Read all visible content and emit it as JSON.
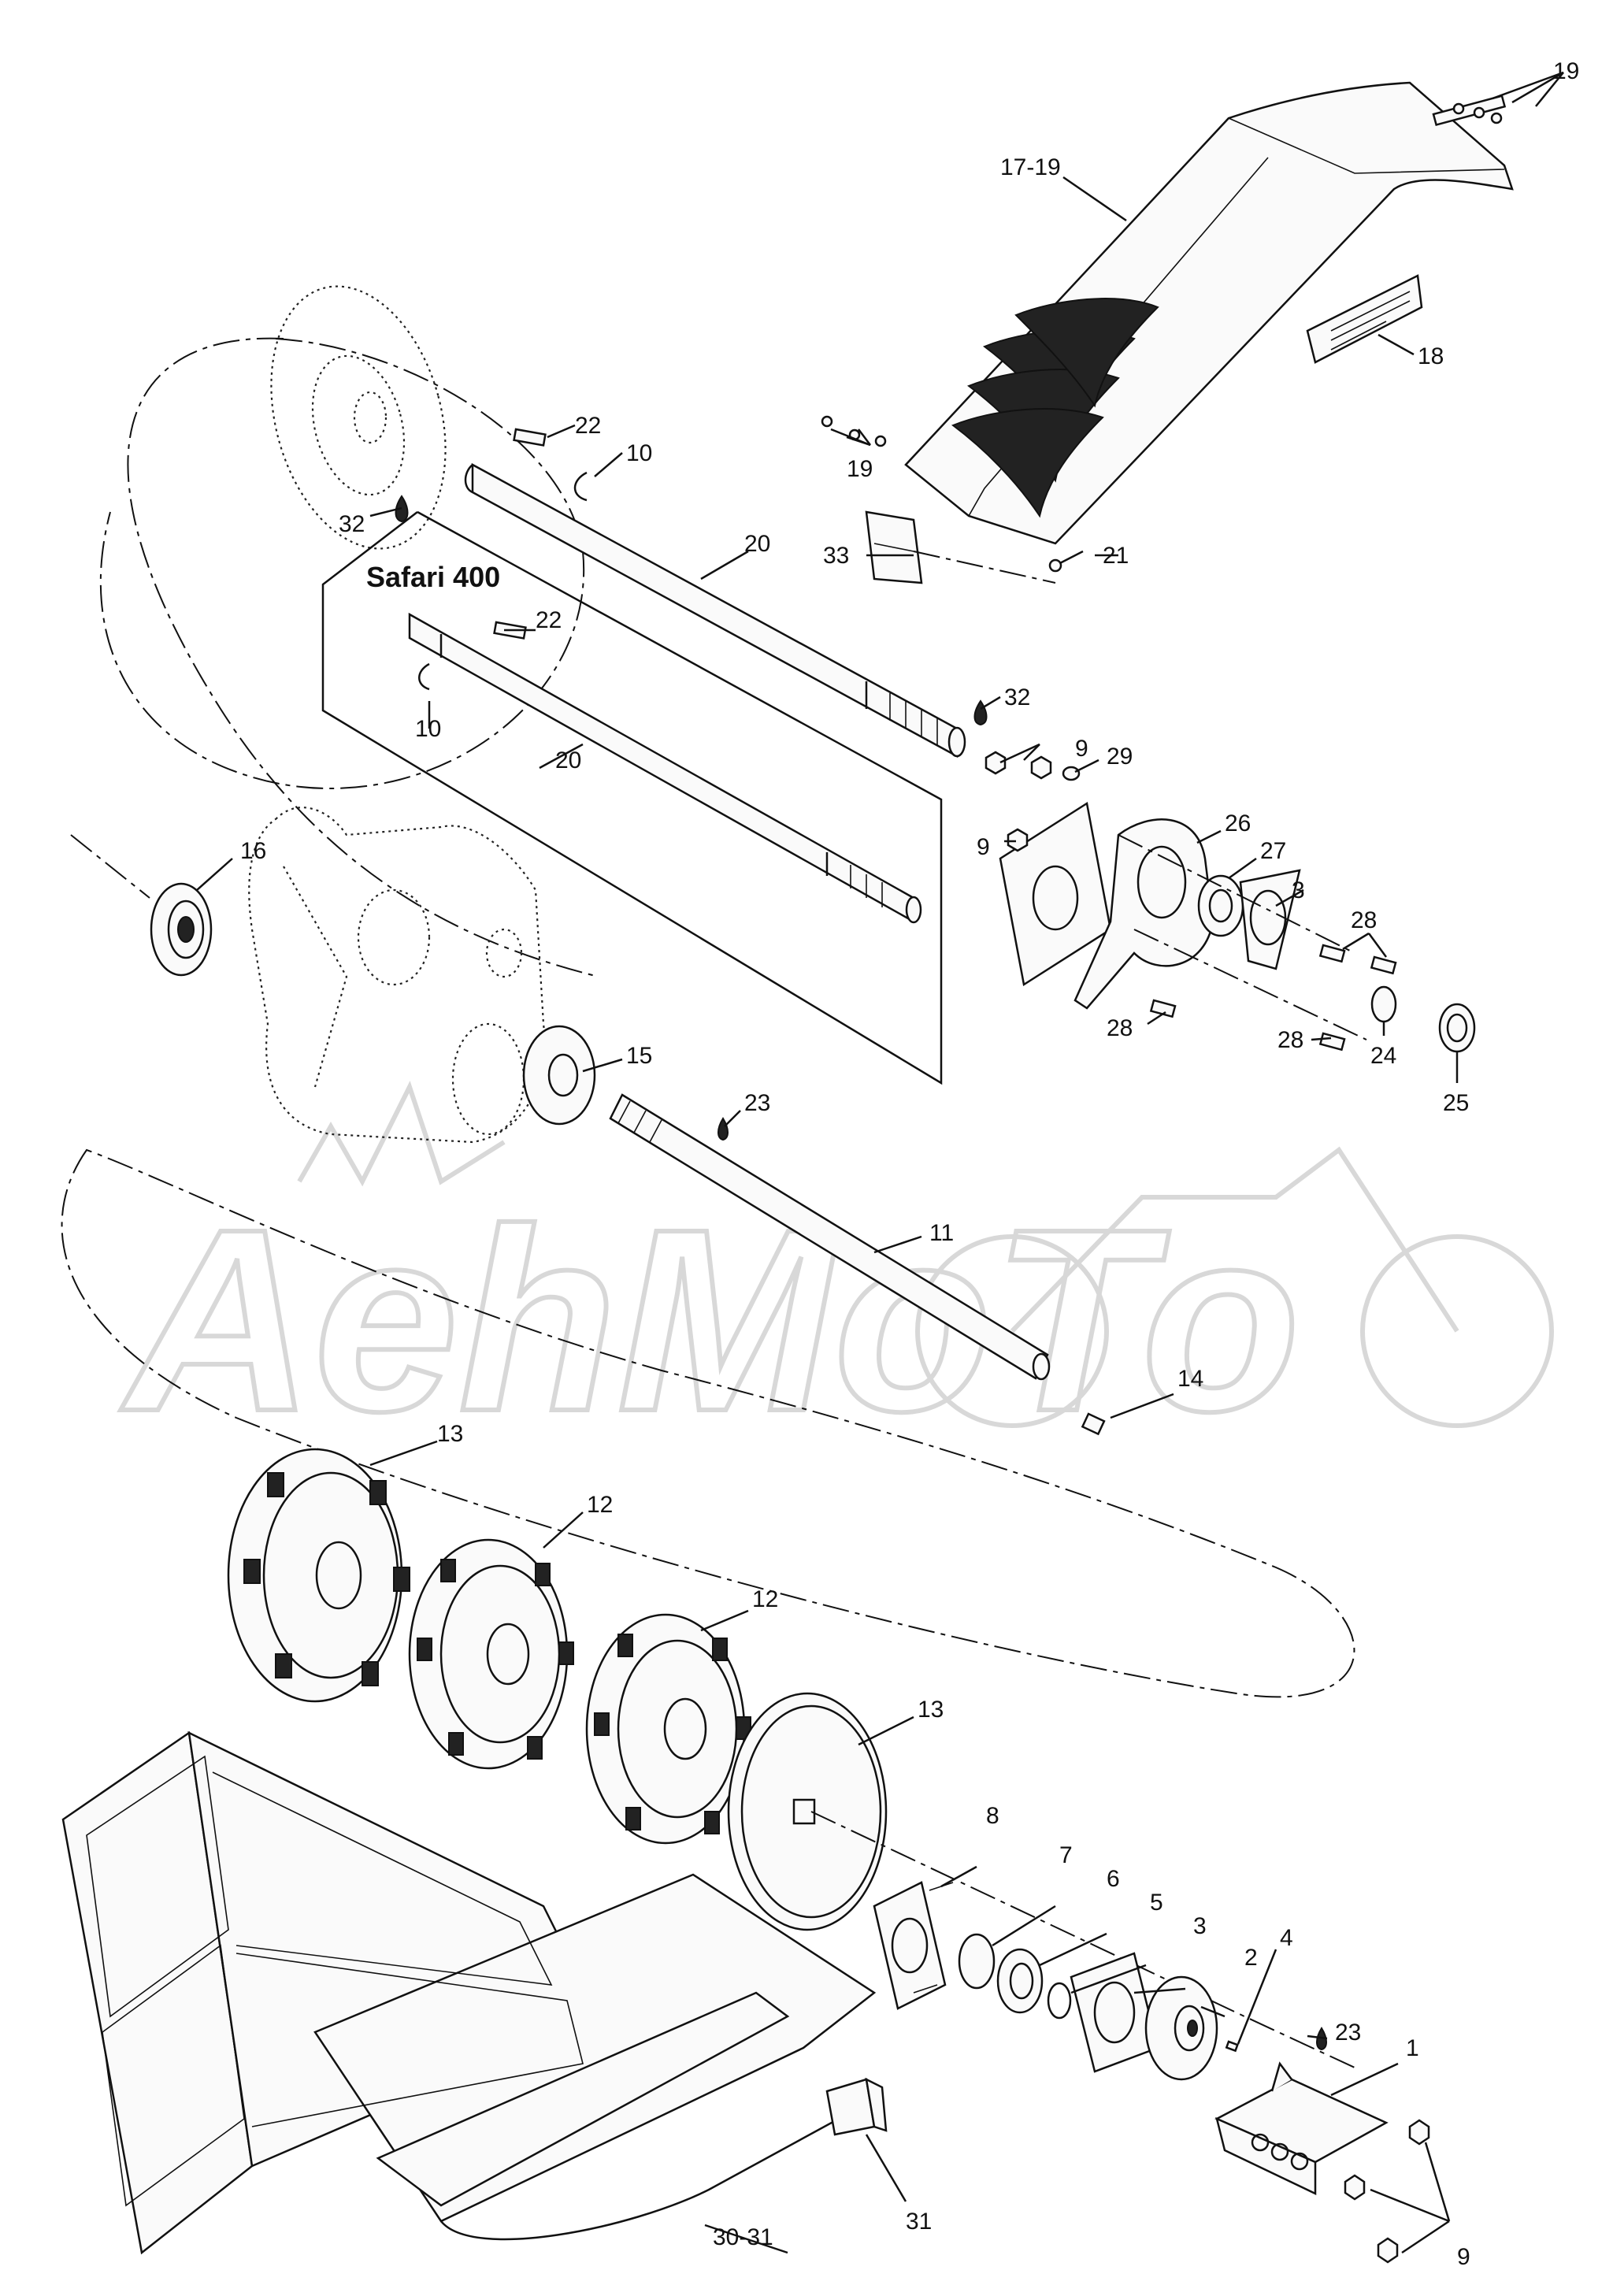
{
  "watermark": {
    "text": "AehMoTo"
  },
  "inset": {
    "label": "Safari 400"
  },
  "callouts": [
    {
      "id": "c1",
      "text": "1"
    },
    {
      "id": "c2",
      "text": "2"
    },
    {
      "id": "c3a",
      "text": "3"
    },
    {
      "id": "c3b",
      "text": "3"
    },
    {
      "id": "c4",
      "text": "4"
    },
    {
      "id": "c5",
      "text": "5"
    },
    {
      "id": "c6",
      "text": "6"
    },
    {
      "id": "c7",
      "text": "7"
    },
    {
      "id": "c8",
      "text": "8"
    },
    {
      "id": "c9a",
      "text": "9"
    },
    {
      "id": "c9b",
      "text": "9"
    },
    {
      "id": "c9c",
      "text": "9"
    },
    {
      "id": "c10a",
      "text": "10"
    },
    {
      "id": "c10b",
      "text": "10"
    },
    {
      "id": "c11",
      "text": "11"
    },
    {
      "id": "c12a",
      "text": "12"
    },
    {
      "id": "c12b",
      "text": "12"
    },
    {
      "id": "c13a",
      "text": "13"
    },
    {
      "id": "c13b",
      "text": "13"
    },
    {
      "id": "c14",
      "text": "14"
    },
    {
      "id": "c15",
      "text": "15"
    },
    {
      "id": "c16",
      "text": "16"
    },
    {
      "id": "c1719",
      "text": "17-19"
    },
    {
      "id": "c18",
      "text": "18"
    },
    {
      "id": "c19a",
      "text": "19"
    },
    {
      "id": "c19b",
      "text": "19"
    },
    {
      "id": "c20a",
      "text": "20"
    },
    {
      "id": "c20b",
      "text": "20"
    },
    {
      "id": "c21",
      "text": "21"
    },
    {
      "id": "c22a",
      "text": "22"
    },
    {
      "id": "c22b",
      "text": "22"
    },
    {
      "id": "c23a",
      "text": "23"
    },
    {
      "id": "c23b",
      "text": "23"
    },
    {
      "id": "c24",
      "text": "24"
    },
    {
      "id": "c25",
      "text": "25"
    },
    {
      "id": "c26",
      "text": "26"
    },
    {
      "id": "c27",
      "text": "27"
    },
    {
      "id": "c28a",
      "text": "28"
    },
    {
      "id": "c28b",
      "text": "28"
    },
    {
      "id": "c28c",
      "text": "28"
    },
    {
      "id": "c29",
      "text": "29"
    },
    {
      "id": "c3031",
      "text": "30-31"
    },
    {
      "id": "c31",
      "text": "31"
    },
    {
      "id": "c32a",
      "text": "32"
    },
    {
      "id": "c32b",
      "text": "32"
    },
    {
      "id": "c33",
      "text": "33"
    }
  ]
}
